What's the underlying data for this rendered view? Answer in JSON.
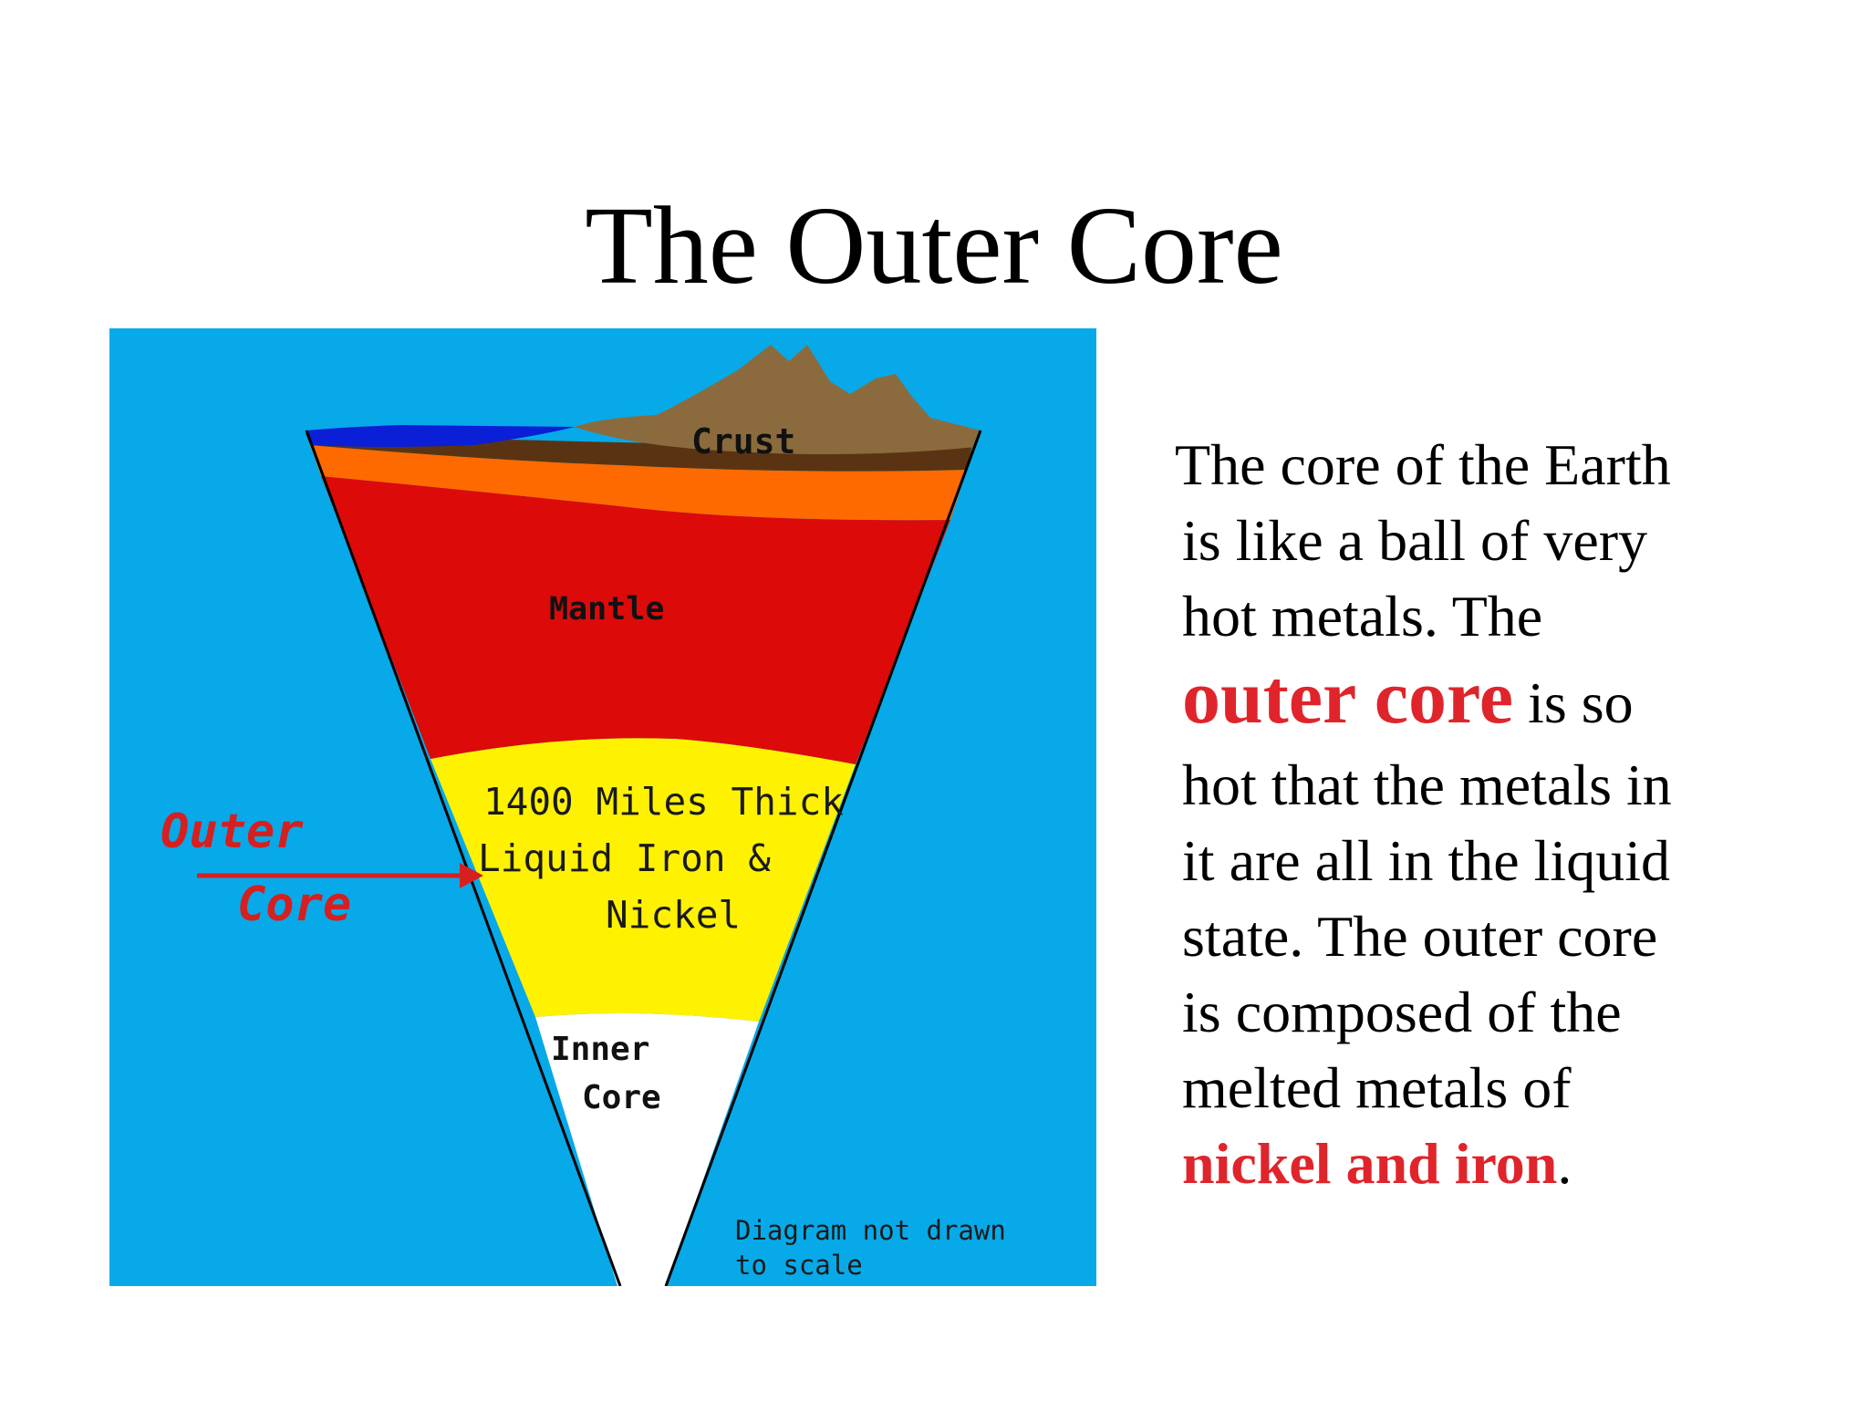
{
  "title": "The Outer Core",
  "diagram": {
    "labels": {
      "crust": "Crust",
      "mantle": "Mantle",
      "outer_core_line1": "1400 Miles Thick",
      "outer_core_line2": "Liquid Iron &",
      "outer_core_line3": "Nickel",
      "inner_core_line1": "Inner",
      "inner_core_line2": "Core",
      "note_line1": "Diagram not drawn",
      "note_line2": "to scale",
      "pointer_line1": "Outer",
      "pointer_line2": "Core"
    },
    "colors": {
      "background": "#07a9e8",
      "ocean": "#0a1fd6",
      "crust_land": "#8b6b3d",
      "crust_dark": "#5a3412",
      "upper_mantle": "#ff6a00",
      "mantle": "#dd0a0a",
      "outer_core": "#fff200",
      "inner_core": "#ffffff",
      "pointer": "#d61f1f"
    }
  },
  "body": {
    "line1": "The core of the Earth",
    "line2": "is like a ball of very",
    "line3": "hot metals. The",
    "highlight1": "outer core",
    "line4_rest": " is so",
    "line5": "hot that the metals in",
    "line6": "it are all in the liquid",
    "line7": "state. The outer core",
    "line8": "is composed of the",
    "line9": "melted metals of",
    "highlight2": "nickel and iron",
    "end_punct": "."
  }
}
